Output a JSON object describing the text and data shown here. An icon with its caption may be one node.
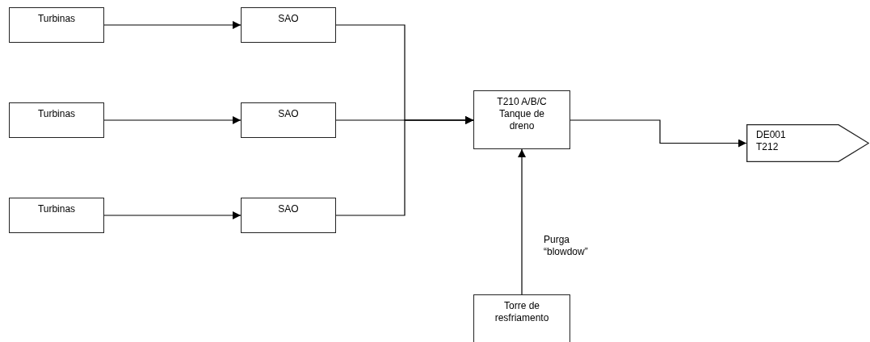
{
  "diagram": {
    "nodes": [
      {
        "text": [
          "Turbinas"
        ]
      },
      {
        "text": [
          "SAO"
        ]
      },
      {
        "text": [
          "Turbinas"
        ]
      },
      {
        "text": [
          "SAO"
        ]
      },
      {
        "text": [
          "T210 A/B/C Tanque de dreno"
        ]
      },
      {
        "text": [
          "DE001 T212"
        ]
      },
      {
        "text": [
          "Turbinas"
        ]
      },
      {
        "text": [
          "SAO"
        ]
      },
      {
        "text": [
          "Torre de resfriamento"
        ]
      }
    ],
    "edges": [
      {
        "from": 0,
        "to": 1,
        "arrow": "to"
      },
      {
        "from": 2,
        "to": 3,
        "arrow": "to"
      },
      {
        "from": 6,
        "to": 7,
        "arrow": "to"
      },
      {
        "from": 1,
        "to": 4,
        "arrow": "to"
      },
      {
        "from": 3,
        "to": 4,
        "arrow": "to"
      },
      {
        "from": 7,
        "to": 4,
        "arrow": "to"
      },
      {
        "from": 4,
        "to": 5,
        "arrow": "to"
      },
      {
        "from": 8,
        "to": 4,
        "label": "Purga “blowdow”",
        "arrow": "to"
      }
    ]
  }
}
